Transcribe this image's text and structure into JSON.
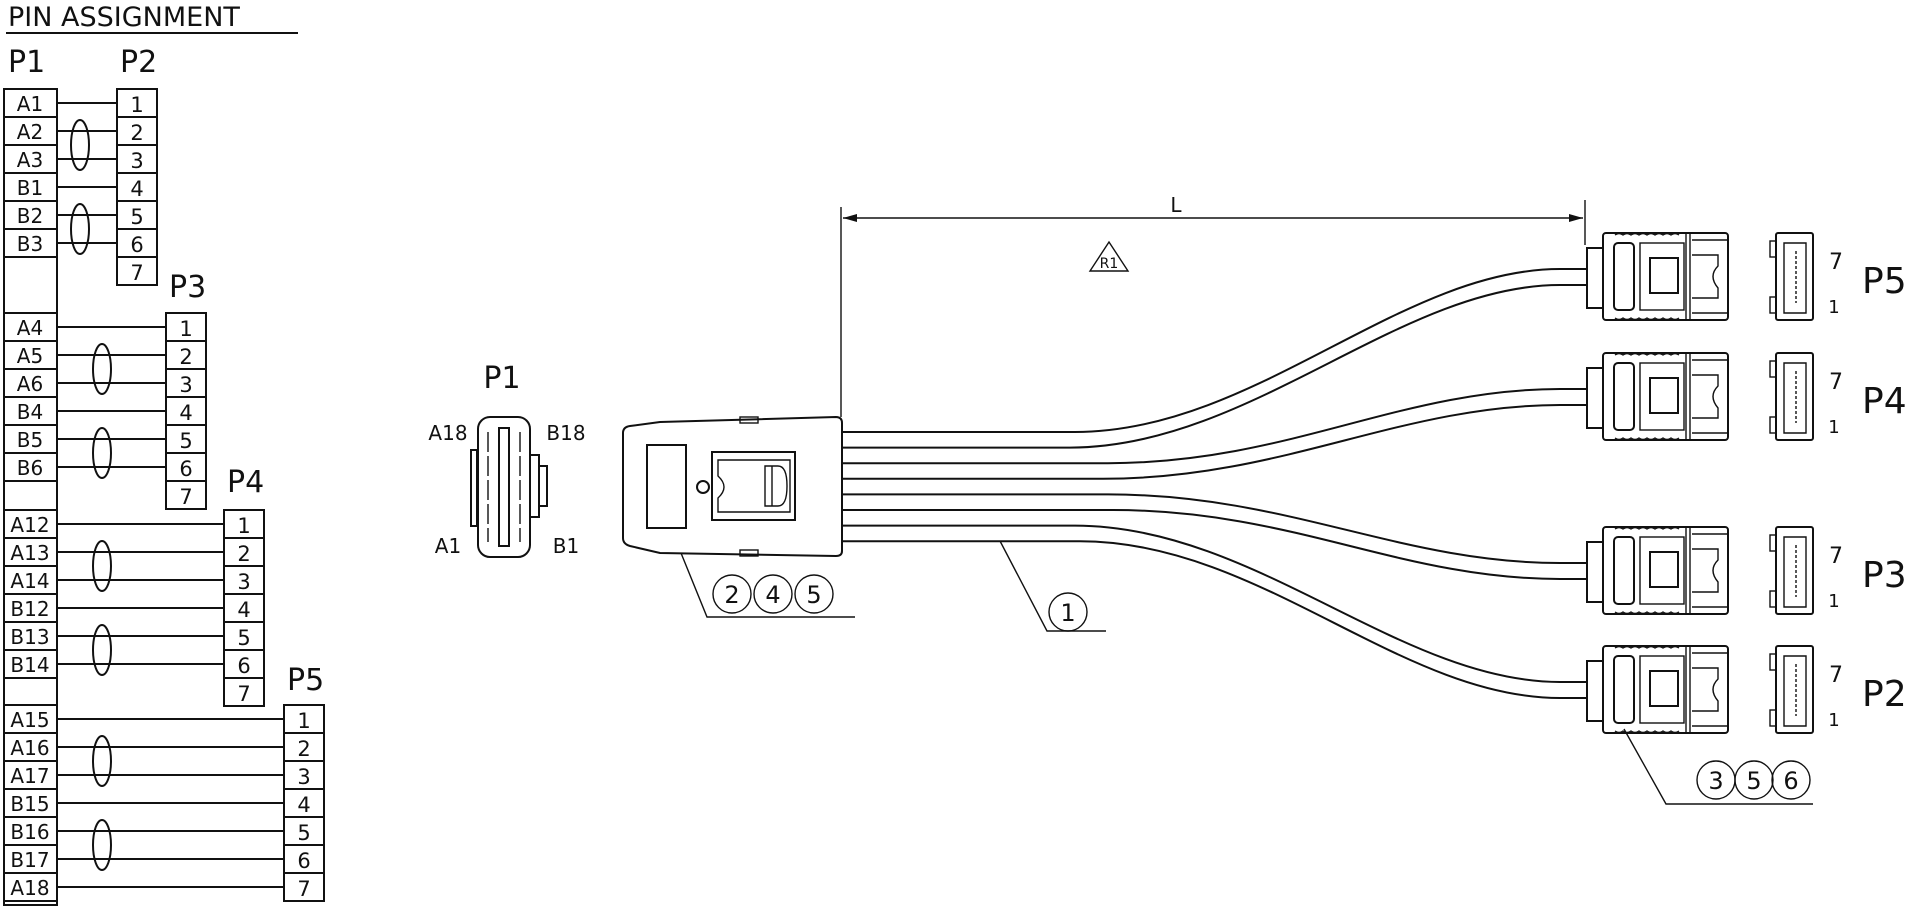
{
  "title": "PIN ASSIGNMENT",
  "pin_assignment": {
    "source_label": "P1",
    "twisted_pairs": [
      [
        2,
        3
      ],
      [
        5,
        6
      ]
    ],
    "groups": [
      {
        "label": "P2",
        "pins": [
          "1",
          "2",
          "3",
          "4",
          "5",
          "6",
          "7"
        ],
        "sources": [
          "A1",
          "A2",
          "A3",
          "B1",
          "B2",
          "B3"
        ]
      },
      {
        "label": "P3",
        "pins": [
          "1",
          "2",
          "3",
          "4",
          "5",
          "6",
          "7"
        ],
        "sources": [
          "A4",
          "A5",
          "A6",
          "B4",
          "B5",
          "B6"
        ]
      },
      {
        "label": "P4",
        "pins": [
          "1",
          "2",
          "3",
          "4",
          "5",
          "6",
          "7"
        ],
        "sources": [
          "A12",
          "A13",
          "A14",
          "B12",
          "B13",
          "B14"
        ]
      },
      {
        "label": "P5",
        "pins": [
          "1",
          "2",
          "3",
          "4",
          "5",
          "6",
          "7"
        ],
        "sources": [
          "A15",
          "A16",
          "A17",
          "B15",
          "B16",
          "B17",
          "A18"
        ]
      }
    ]
  },
  "drawing": {
    "p1_end_view": {
      "label": "P1",
      "top_left": "A18",
      "top_right": "B18",
      "bottom_left": "A1",
      "bottom_right": "B1"
    },
    "dimension_label": "L",
    "revision_mark": "R1",
    "callout_connector": [
      "2",
      "4",
      "5"
    ],
    "callout_cable": [
      "1"
    ],
    "callout_sata": [
      "3",
      "5",
      "6"
    ],
    "connectors": [
      {
        "label": "P5",
        "pin_top": "7",
        "pin_bottom": "1"
      },
      {
        "label": "P4",
        "pin_top": "7",
        "pin_bottom": "1"
      },
      {
        "label": "P3",
        "pin_top": "7",
        "pin_bottom": "1"
      },
      {
        "label": "P2",
        "pin_top": "7",
        "pin_bottom": "1"
      }
    ]
  }
}
